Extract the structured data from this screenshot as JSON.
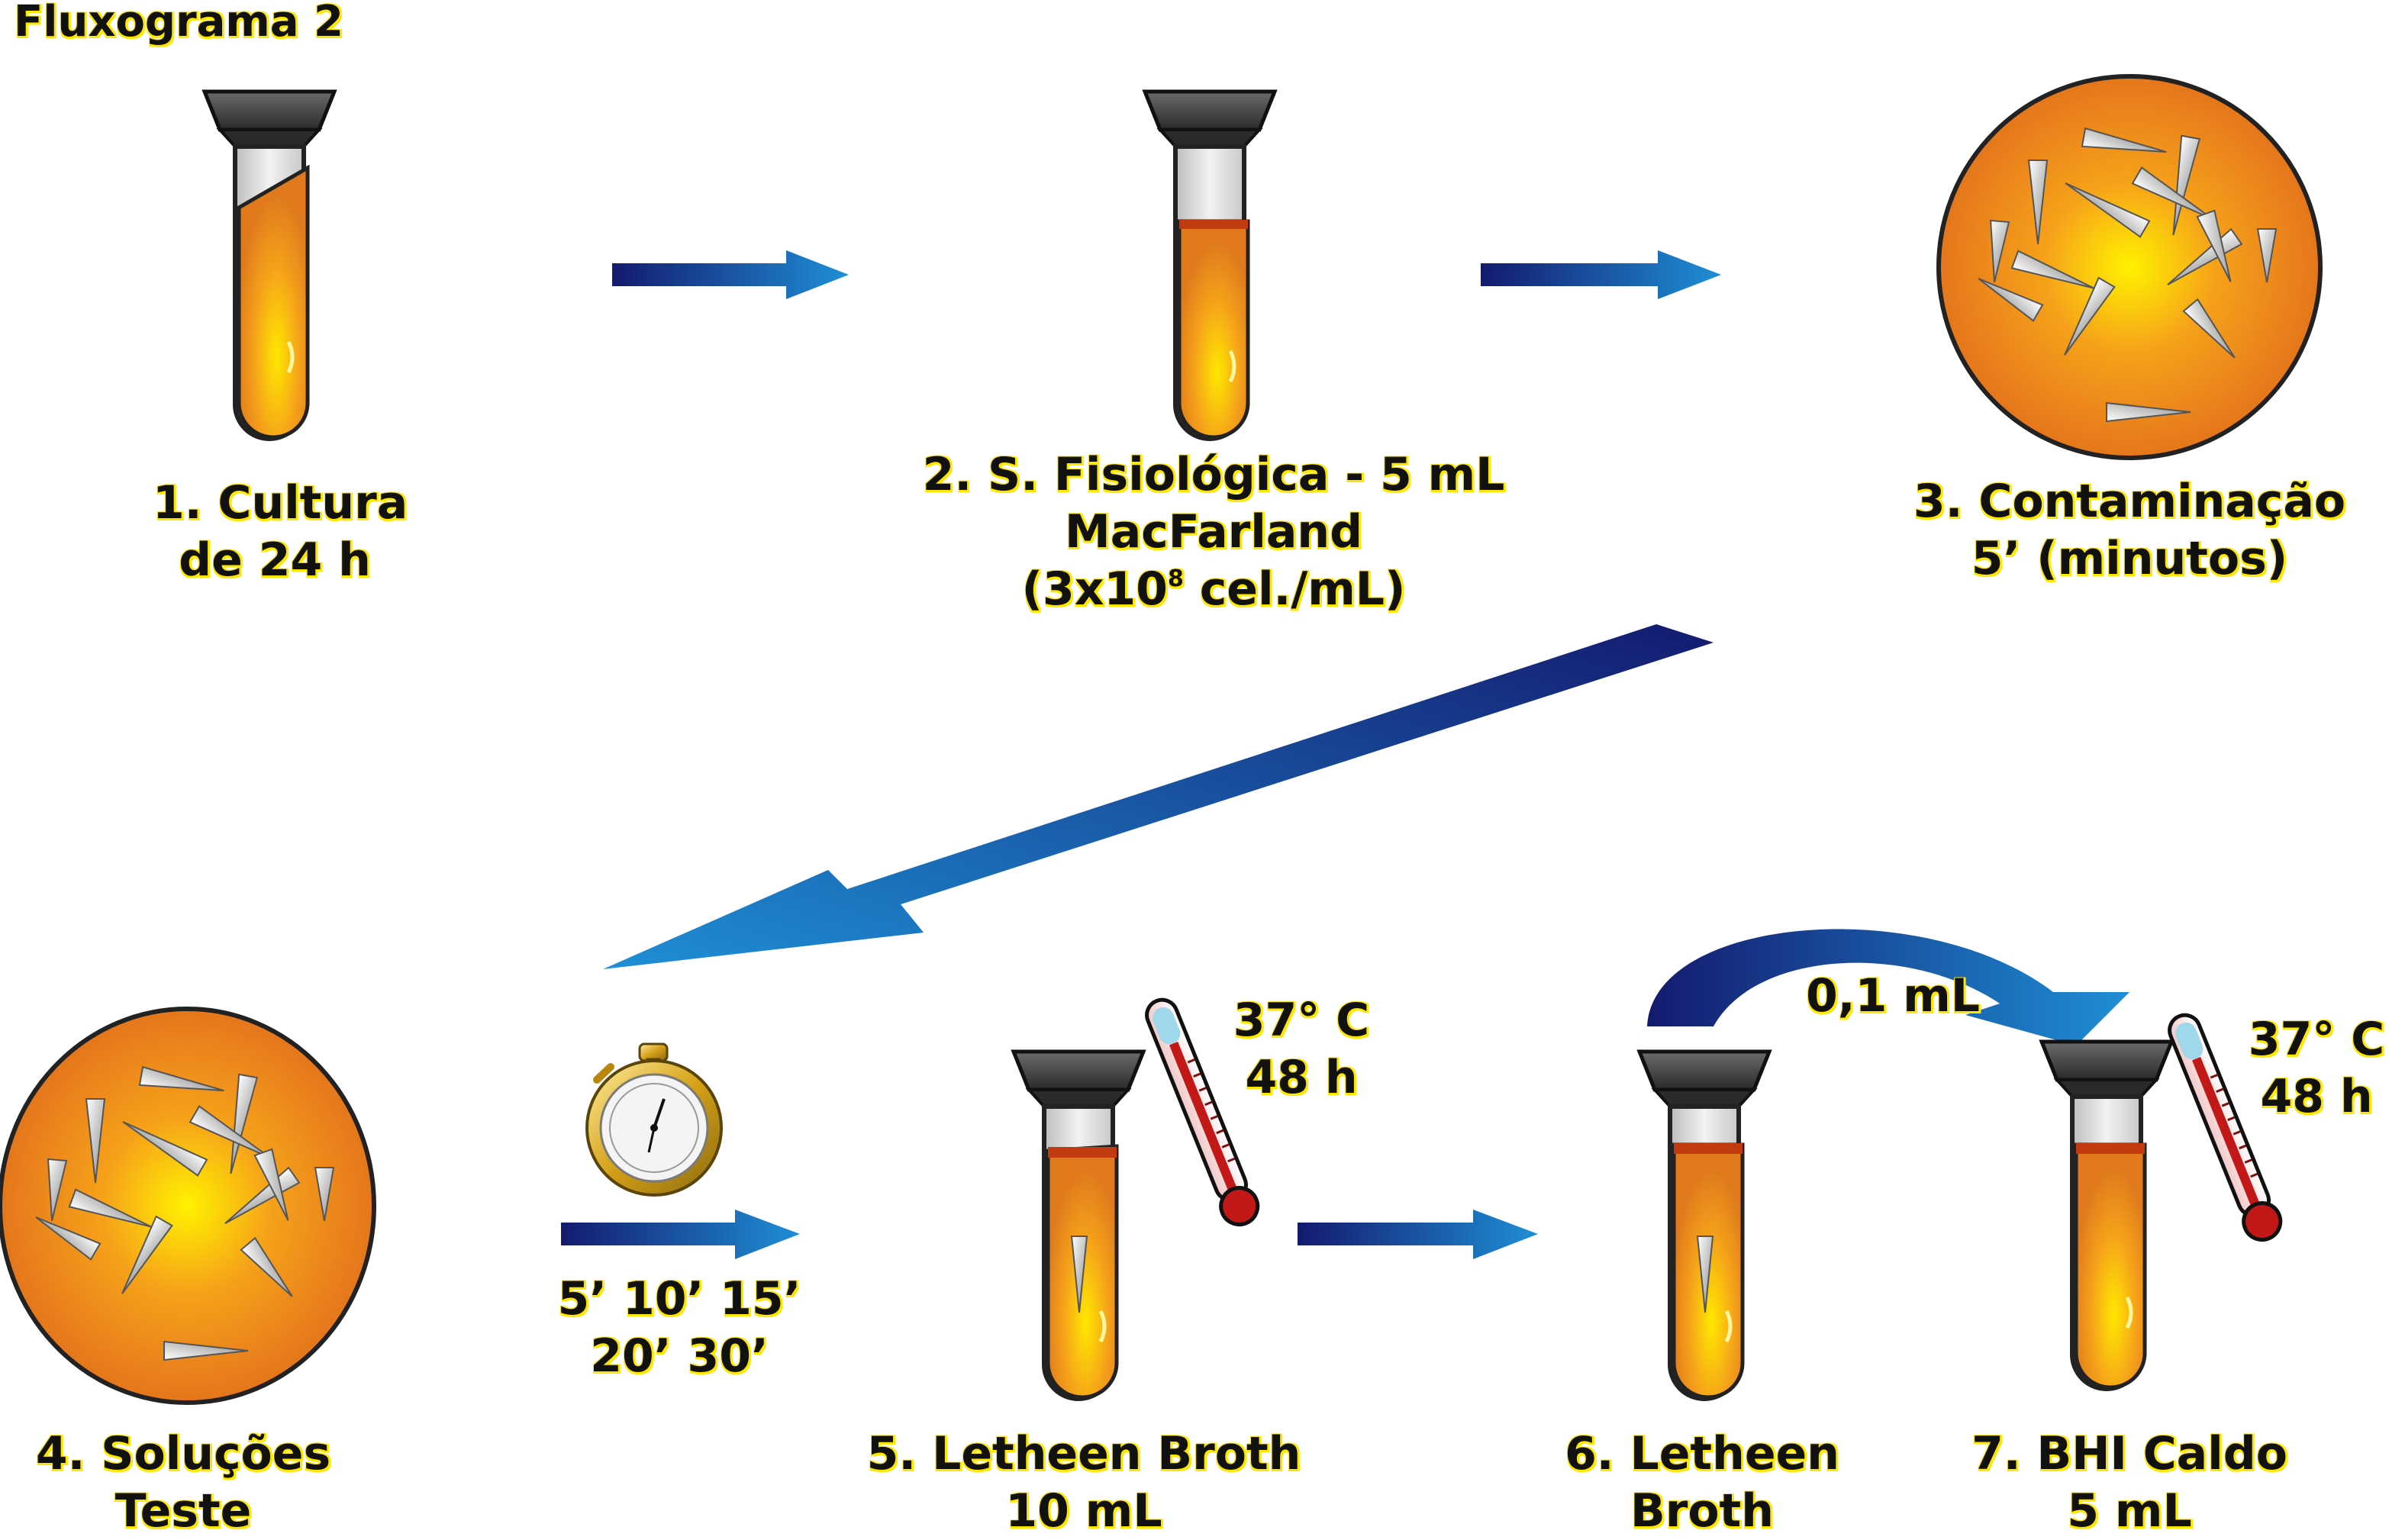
{
  "title": "Fluxograma 2",
  "steps": {
    "s1": {
      "line1": "1. Cultura",
      "line2": "de 24 h"
    },
    "s2": {
      "line1": "2. S. Fisiológica - 5 mL",
      "line2": "MacFarland",
      "line3_pre": "(3x10",
      "line3_sup": "8",
      "line3_post": " cel./mL)"
    },
    "s3": {
      "line1": "3. Contaminação",
      "line2": "5’ (minutos)"
    },
    "s4": {
      "line1": "4. Soluções",
      "line2": "Teste"
    },
    "s5": {
      "line1": "5. Letheen Broth",
      "line2": "10 mL"
    },
    "s6": {
      "line1": "6. Letheen",
      "line2": "Broth"
    },
    "s7": {
      "line1": "7. BHI Caldo",
      "line2": "5 mL"
    }
  },
  "times": {
    "line1": "5’ 10’ 15’",
    "line2": "20’ 30’"
  },
  "incubation_a": {
    "temp": "37° C",
    "hours": "48 h"
  },
  "incubation_b": {
    "temp": "37° C",
    "hours": "48 h"
  },
  "transfer": "0,1 mL",
  "colors": {
    "arrow_dark": "#141a6e",
    "arrow_light": "#1e8fd6",
    "liquid_orange": "#e8821e",
    "liquid_yellow": "#ffe000",
    "label_outline": "#ffe600",
    "cap": "#4a4a4a"
  }
}
